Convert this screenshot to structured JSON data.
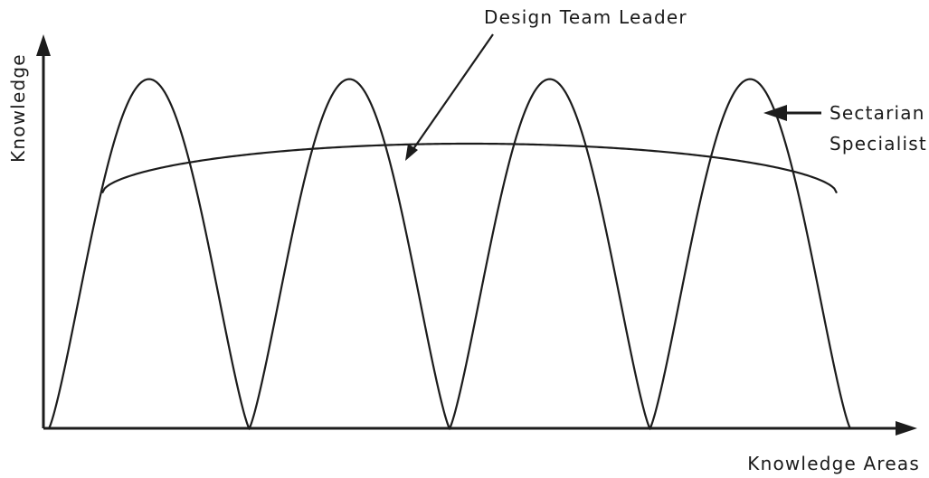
{
  "figure": {
    "y_axis_label": "Knowledge",
    "x_axis_label": "Knowledge Areas",
    "leader_label": "Design Team Leader",
    "specialist_label_line1": "Sectarian",
    "specialist_label_line2": "Specialist"
  },
  "concepts": {
    "specialist_peak_count": 4,
    "specialist_peak_level": 0.92,
    "leader_level_edges": 0.62,
    "leader_level_center": 0.75
  },
  "colors": {
    "ink": "#1c1c1c",
    "background": "#ffffff"
  }
}
